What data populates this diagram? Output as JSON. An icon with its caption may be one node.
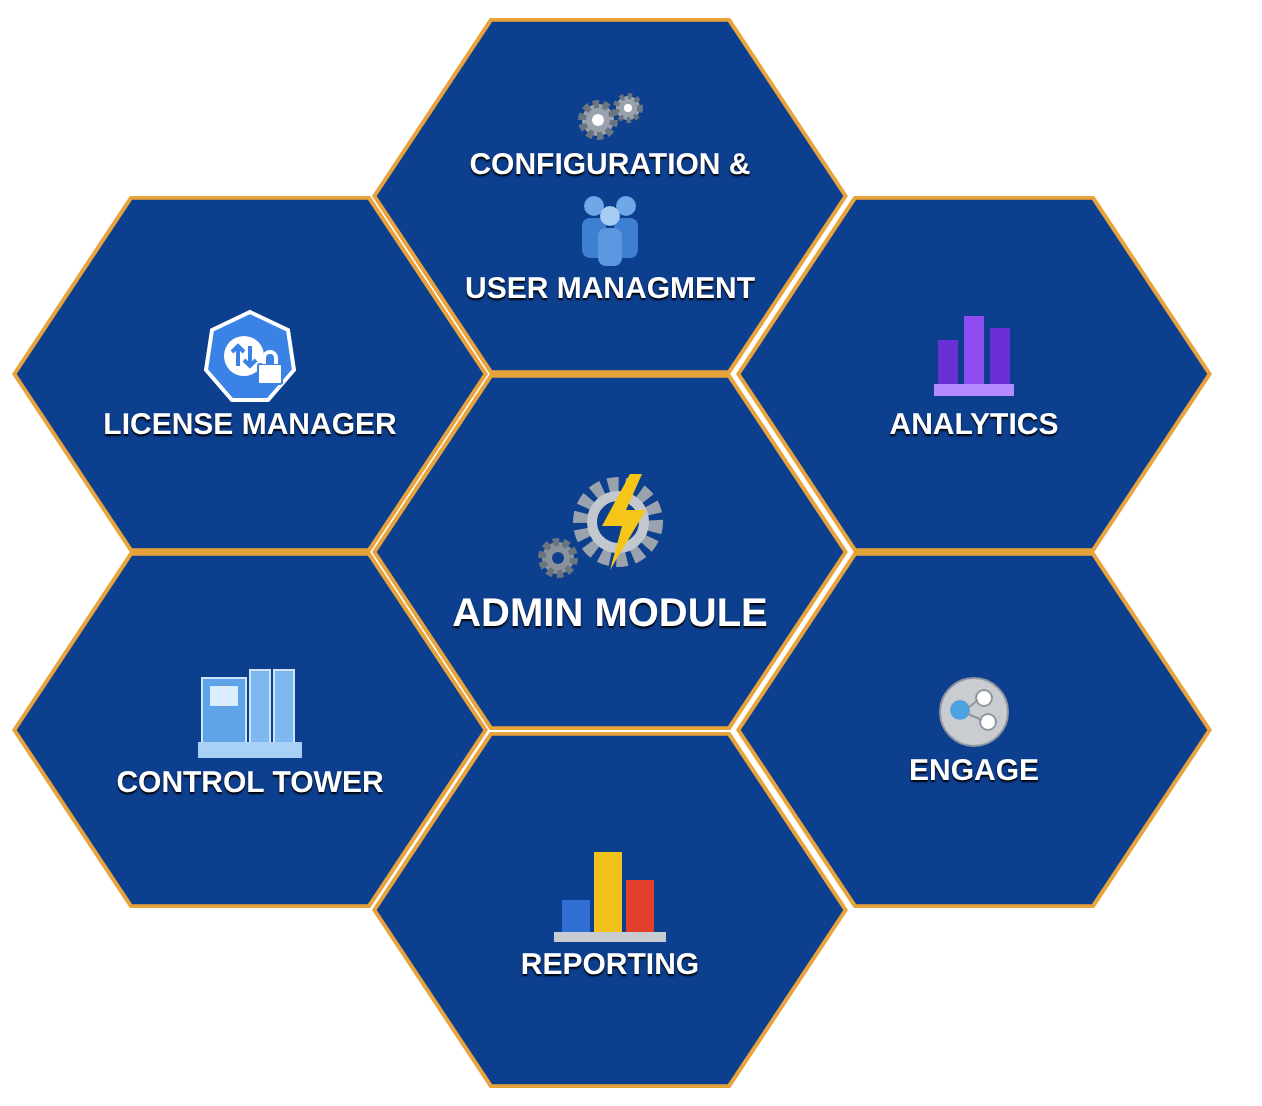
{
  "diagram": {
    "nodes": [
      {
        "text": [
          "CONFIGURATION &",
          "USER MANAGMENT"
        ]
      },
      {
        "text": [
          "LICENSE MANAGER"
        ]
      },
      {
        "text": [
          "ANALYTICS"
        ]
      },
      {
        "text": [
          "ADMIN MODULE"
        ]
      },
      {
        "text": [
          "CONTROL TOWER"
        ]
      },
      {
        "text": [
          "ENGAGE"
        ]
      },
      {
        "text": [
          "REPORTING"
        ]
      }
    ]
  }
}
